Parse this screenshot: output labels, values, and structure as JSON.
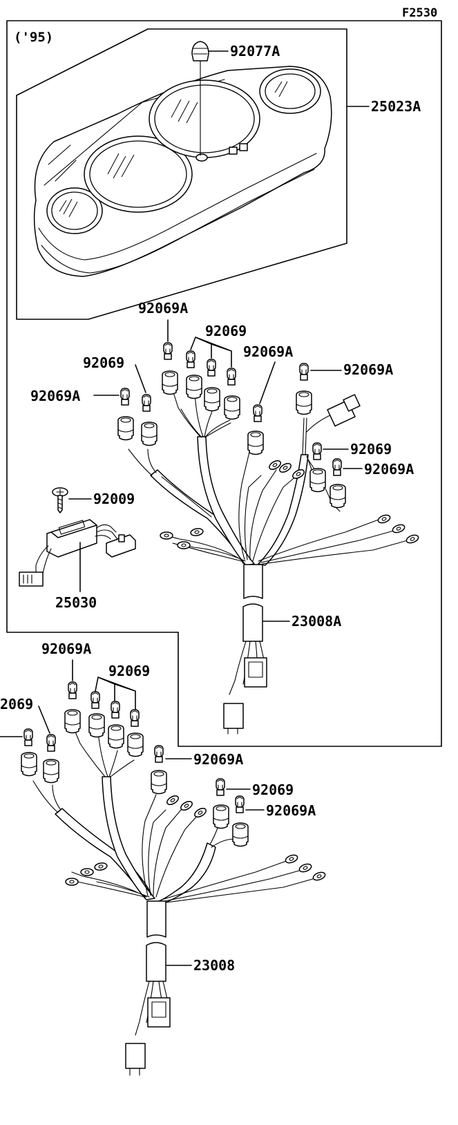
{
  "figure_code": "F2530",
  "year_note": "('95)",
  "parts": {
    "p92077A": "92077A",
    "p25023A": "25023A",
    "p92069A_top": "92069A",
    "p92069_top_group": "92069",
    "p92069A_top_mid": "92069A",
    "p92069_top_left": "92069",
    "p92069A_top_right": "92069A",
    "p92069A_top_far_left": "92069A",
    "p92069_top_right_lower": "92069",
    "p92069A_top_right_lower": "92069A",
    "p92009": "92009",
    "p25030": "25030",
    "p23008A": "23008A",
    "p92069A_bottom_top": "92069A",
    "p92069_bottom_group": "92069",
    "p92069_bottom_left_cut": "2069",
    "p92069A_bottom_mid": "92069A",
    "p92069_bottom_right": "92069",
    "p92069A_bottom_right": "92069A",
    "p23008": "23008"
  }
}
